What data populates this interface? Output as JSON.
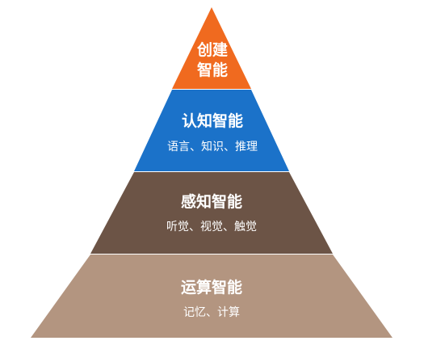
{
  "pyramid": {
    "tiers": [
      {
        "title_lines": [
          "创建",
          "智能"
        ],
        "subtitle": "",
        "color": "#F06A1F"
      },
      {
        "title": "认知智能",
        "subtitle": "语言、知识、推理",
        "color": "#1B72C9"
      },
      {
        "title": "感知智能",
        "subtitle": "听觉、视觉、触觉",
        "color": "#6C5446"
      },
      {
        "title": "运算智能",
        "subtitle": "记忆、计算",
        "color": "#B39580"
      }
    ]
  }
}
